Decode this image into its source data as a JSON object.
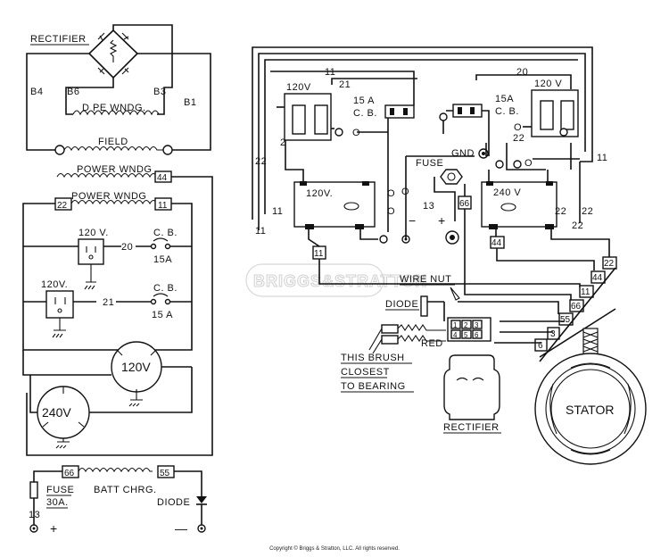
{
  "watermark": "BRIGGS&STRATTON",
  "copyright": "Copyright © Briggs & Stratton, LLC. All rights reserved.",
  "schematic": {
    "rectifier": "RECTIFIER",
    "b4": "B4",
    "b6": "B6",
    "b3": "B3",
    "b1": "B1",
    "dpe_wndg": "D PE WNDG.",
    "field": "FIELD",
    "power_wndg_1": "POWER WNDG",
    "power_wndg_2": "POWER WNDG",
    "t44": "44",
    "t22": "22",
    "t11": "11",
    "recep_120v_1": "120 V.",
    "wire_20": "20",
    "cb_1": "C. B.",
    "cb_1_rating": "15A",
    "recep_120v_2": "120V.",
    "wire_21": "21",
    "cb_2": "C. B.",
    "cb_2_rating": "15 A",
    "twist_120v": "120V",
    "twist_240v": "240V",
    "t66": "66",
    "t55": "55",
    "batt_chrg": "BATT CHRG.",
    "fuse": "FUSE",
    "fuse_rating": "30A.",
    "wire_13": "13",
    "diode": "DIODE",
    "plus": "+",
    "minus": "—"
  },
  "wiring": {
    "w11_top": "11",
    "w21_top": "21",
    "w20_top": "20",
    "w120v_left": "120V",
    "w120v_right": "120 V",
    "cb_left": "15 A",
    "cb_left_sub": "C. B.",
    "cb_right": "15A",
    "cb_right_sub": "C. B.",
    "w22_left": "22",
    "w2_left": "2",
    "w22_right": "22",
    "w11_right": "11",
    "w22_left_side": "22",
    "w11_left_side": "11",
    "w11_left_side2": "11",
    "recep_left": "120V.",
    "recep_right": "240 V",
    "gnd": "GND",
    "fuse": "FUSE",
    "w13": "13",
    "minus": "−",
    "plus": "+",
    "t66": "66",
    "t44": "44",
    "t11": "11",
    "w22_r1": "22",
    "w22_r2": "22",
    "w11_right_side": "11",
    "wire_nut": "WIRE NUT",
    "diode": "DIODE",
    "t22b": "22",
    "t44b": "44",
    "t11b": "11",
    "t66b": "66",
    "t55b": "55",
    "term_1": "1",
    "term_2": "2",
    "term_3": "3",
    "term_4": "4",
    "term_5": "5",
    "term_6": "6",
    "red": "RED",
    "t3": "3",
    "t6": "6",
    "brush_1": "THIS BRUSH",
    "brush_2": "CLOSEST",
    "brush_3": "TO BEARING",
    "rectifier": "RECTIFIER",
    "stator": "STATOR"
  }
}
